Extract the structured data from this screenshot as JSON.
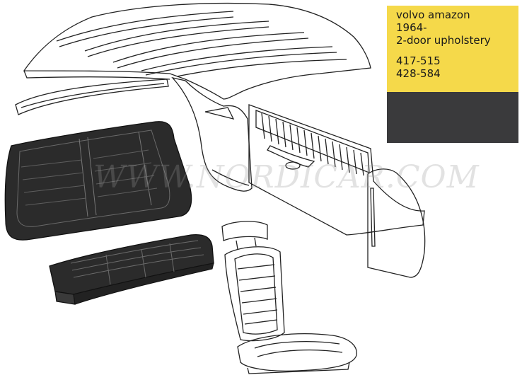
{
  "info": {
    "line1": "volvo amazon",
    "line2": "1964-",
    "line3": "2-door upholstery",
    "code1": "417-515",
    "code2": "428-584"
  },
  "watermark": "WWW.NORDICAR.COM",
  "colors": {
    "accent_yellow": "#f5d94a",
    "dark_panel": "#3a3a3c",
    "upholstery_dark": "#2b2b2b"
  }
}
